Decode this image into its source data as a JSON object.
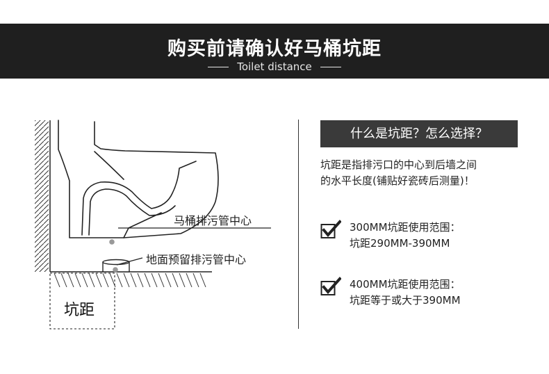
{
  "header": {
    "title": "购买前请确认好马桶坑距",
    "subtitle": "Toilet distance"
  },
  "diagram": {
    "toilet_drain_center_label": "马桶排污管中心",
    "floor_drain_center_label": "地面预留排污管中心",
    "distance_label": "坑距"
  },
  "info": {
    "question": "什么是坑距？怎么选择？",
    "description_line1": "坑距是指排污口的中心到后墙之间",
    "description_line2": "的水平长度(铺贴好瓷砖后测量)！",
    "options": [
      {
        "title": "300MM坑距使用范围：",
        "range": "坑距290MM-390MM"
      },
      {
        "title": "400MM坑距使用范围：",
        "range": "坑距等于或大于390MM"
      }
    ]
  }
}
